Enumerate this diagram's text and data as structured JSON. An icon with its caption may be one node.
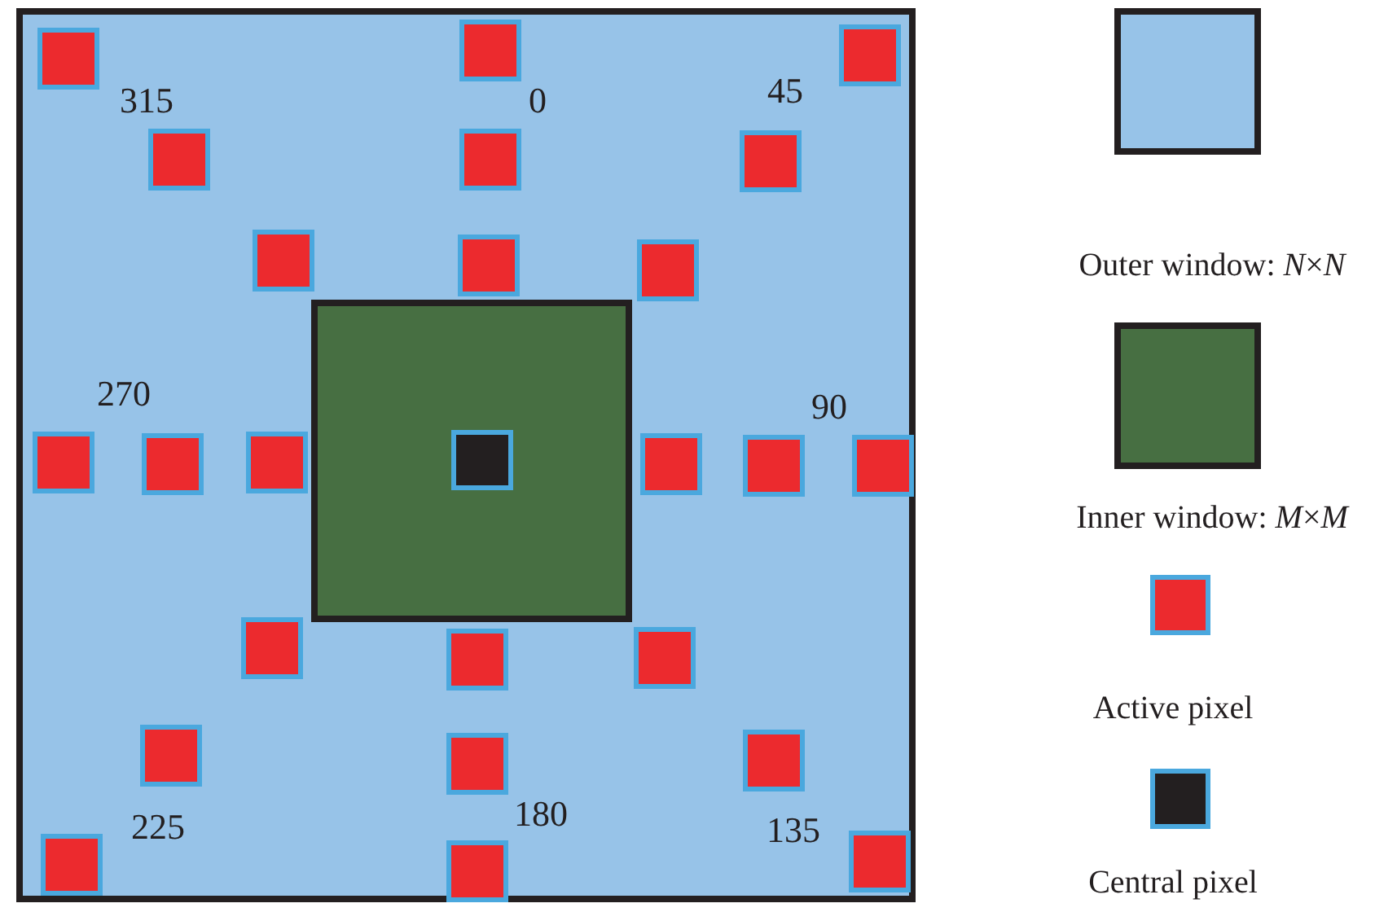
{
  "diagram": {
    "labels": [
      "315",
      "0",
      "45",
      "270",
      "90",
      "225",
      "180",
      "135"
    ],
    "legend": [
      {
        "text": "Outer window: *N*×*N*",
        "color": "#97c3e8"
      },
      {
        "text": "Inner window: *M*×*M*",
        "color": "#476f42"
      },
      {
        "text": "Active pixel",
        "color": "#ec2a2e"
      },
      {
        "text": "Central pixel",
        "color": "#231f20"
      }
    ]
  }
}
